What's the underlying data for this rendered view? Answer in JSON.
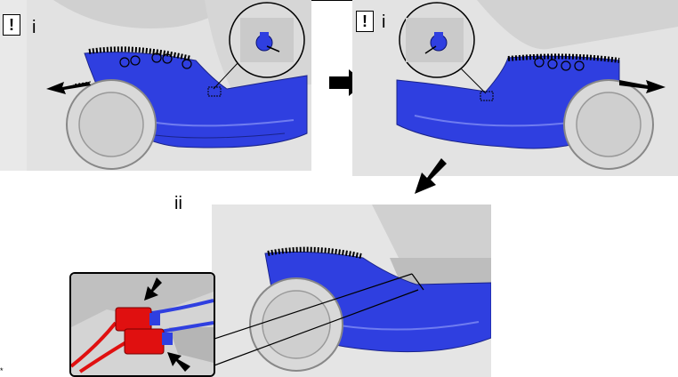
{
  "steps": {
    "step1_left_label": "i",
    "step1_right_label": "i",
    "step2_label": "ii"
  },
  "warning_symbol": "!",
  "corner_mark": "*",
  "colors": {
    "bumper_blue": "#2f3fe0",
    "connector_red": "#e01010",
    "panel_gray": "#e9e9e9",
    "outline": "#000000"
  },
  "icons": [
    "caution-icon",
    "flow-arrow-icon",
    "removal-direction-arrow-icon",
    "clip-icon",
    "pointer-arrow-icon"
  ]
}
